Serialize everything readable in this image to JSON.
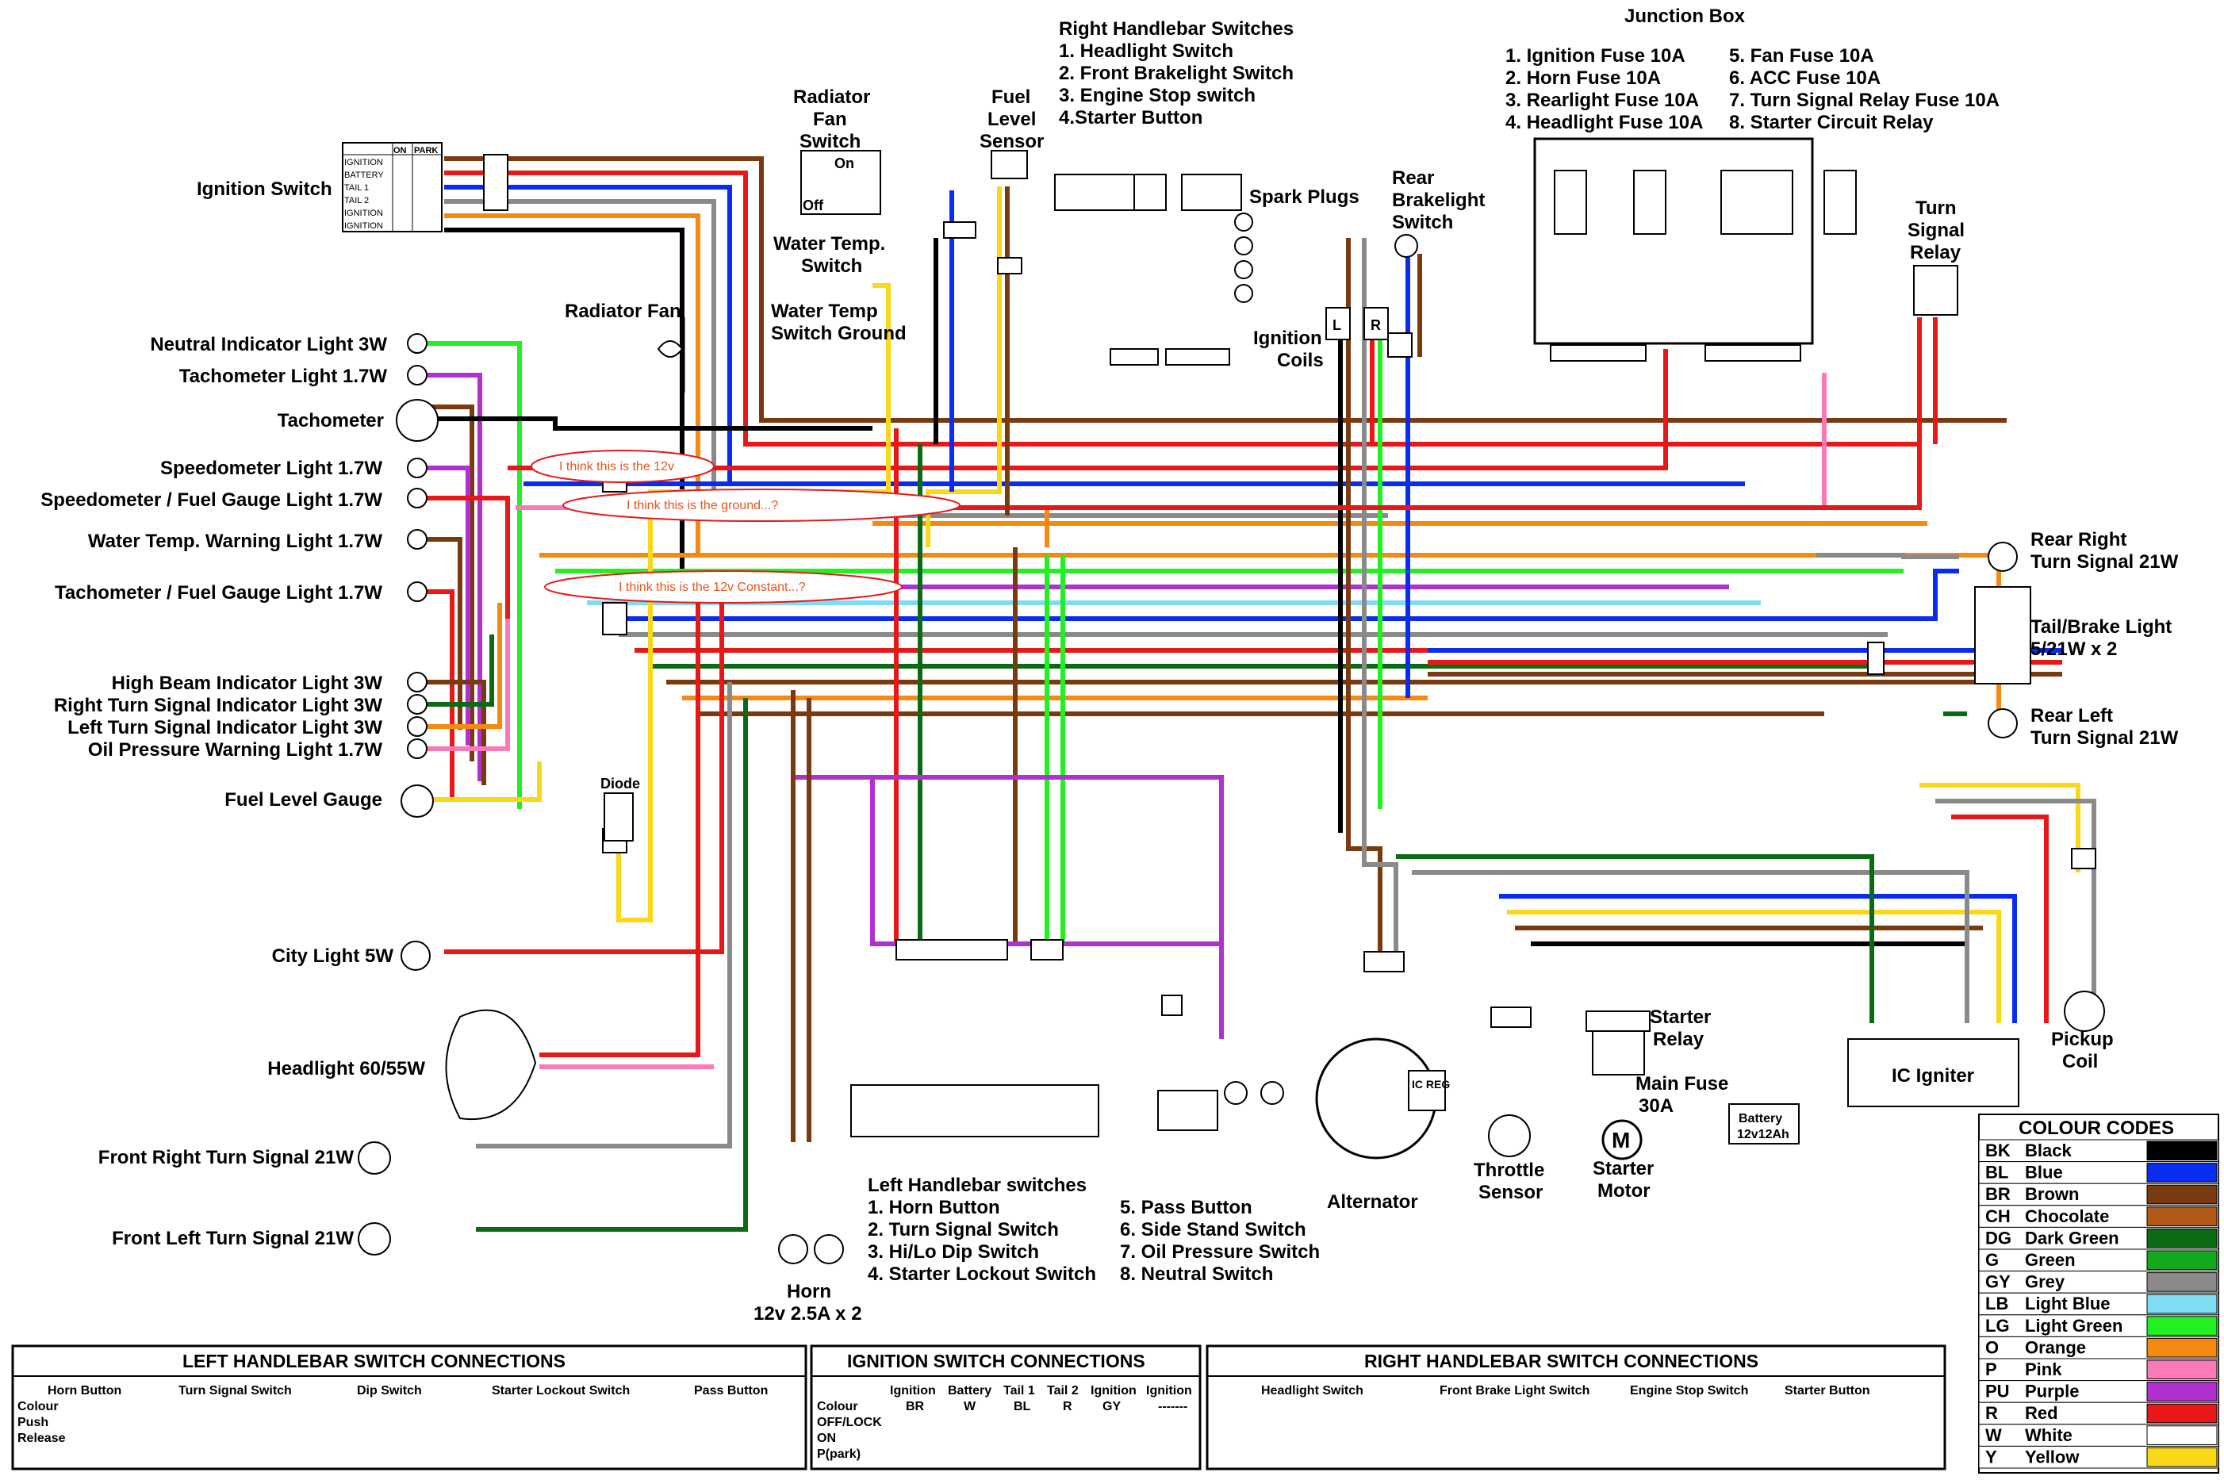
{
  "components": {
    "ignition_switch": "Ignition Switch",
    "radiator_fan_switch": "Radiator Fan Switch",
    "fan_switch_on": "On",
    "fan_switch_off": "Off",
    "fuel_level_sensor": "Fuel Level Sensor",
    "water_temp_switch": "Water Temp. Switch",
    "radiator_fan": "Radiator Fan",
    "water_temp_ground": "Water Temp Switch Ground",
    "spark_plugs": "Spark Plugs",
    "ignition_coils": "Ignition Coils",
    "rear_brakelight_switch": "Rear Brakelight Switch",
    "turn_signal_relay": "Turn Signal Relay",
    "diode": "Diode",
    "horn": "Horn",
    "horn_spec": "12v 2.5A x 2",
    "alternator": "Alternator",
    "ic_reg": "IC REG",
    "throttle_sensor": "Throttle Sensor",
    "starter_relay": "Starter Relay",
    "main_fuse": "Main Fuse 30A",
    "battery": "Battery 12v12Ah",
    "starter_motor": "Starter Motor",
    "ic_igniter": "IC Igniter",
    "pickup_coil": "Pickup Coil",
    "coil_l": "L",
    "coil_r": "R"
  },
  "ign_switch_rows": [
    "IGNITION",
    "BATTERY",
    "TAIL 1",
    "TAIL 2",
    "IGNITION",
    "IGNITION"
  ],
  "ign_switch_cols": [
    "ON",
    "PARK"
  ],
  "right_handlebar": {
    "title": "Right Handlebar Switches",
    "items": [
      "1. Headlight Switch",
      "2. Front Brakelight Switch",
      "3. Engine Stop switch",
      "4.Starter Button"
    ]
  },
  "junction_box": {
    "title": "Junction Box",
    "col1": [
      "1.  Ignition Fuse 10A",
      "2.  Horn Fuse 10A",
      "3.  Rearlight Fuse 10A",
      "4.  Headlight Fuse 10A"
    ],
    "col2": [
      "5.  Fan Fuse 10A",
      "6.  ACC Fuse 10A",
      "7.  Turn Signal Relay Fuse 10A",
      "8.  Starter Circuit Relay"
    ]
  },
  "left_lights": [
    "Neutral Indicator Light 3W",
    "Tachometer Light 1.7W",
    "Tachometer",
    "Speedometer Light 1.7W",
    "Speedometer / Fuel Gauge Light 1.7W",
    "Water Temp. Warning Light 1.7W",
    "Tachometer / Fuel Gauge Light 1.7W",
    "High Beam Indicator Light 3W",
    "Right Turn Signal Indicator Light 3W",
    "Left Turn Signal Indicator Light 3W",
    "Oil Pressure Warning Light 1.7W",
    "Fuel Level Gauge",
    "City Light 5W",
    "Headlight 60/55W",
    "Front Right Turn Signal 21W",
    "Front Left Turn Signal 21W"
  ],
  "rear_lights": [
    "Rear Right Turn Signal 21W",
    "Tail/Brake Light 5/21W x 2",
    "Rear Left Turn Signal 21W"
  ],
  "annotations": [
    "I think this is the 12v",
    "I think this is the ground...?",
    "I think this is the 12v Constant...?"
  ],
  "left_handlebar": {
    "title": "Left Handlebar switches",
    "col1": [
      "1.  Horn Button",
      "2.  Turn Signal Switch",
      "3.  Hi/Lo Dip Switch",
      "4.  Starter Lockout Switch"
    ],
    "col2": [
      "5.  Pass Button",
      "6.  Side Stand Switch",
      "7.  Oil Pressure Switch",
      "8.  Neutral Switch"
    ]
  },
  "colour_codes": {
    "title": "COLOUR CODES",
    "items": [
      {
        "code": "BK",
        "name": "Black",
        "color": "#000000"
      },
      {
        "code": "BL",
        "name": "Blue",
        "color": "#0a2bf0"
      },
      {
        "code": "BR",
        "name": "Brown",
        "color": "#7a3a10"
      },
      {
        "code": "CH",
        "name": "Chocolate",
        "color": "#b35a1a"
      },
      {
        "code": "DG",
        "name": "Dark Green",
        "color": "#0a6b14"
      },
      {
        "code": "G",
        "name": "Green",
        "color": "#14a81e"
      },
      {
        "code": "GY",
        "name": "Grey",
        "color": "#8a8a8a"
      },
      {
        "code": "LB",
        "name": "Light Blue",
        "color": "#7fdcf5"
      },
      {
        "code": "LG",
        "name": "Light Green",
        "color": "#22f022"
      },
      {
        "code": "O",
        "name": "Orange",
        "color": "#f58a12"
      },
      {
        "code": "P",
        "name": "Pink",
        "color": "#fa7ab8"
      },
      {
        "code": "PU",
        "name": "Purple",
        "color": "#b030d0"
      },
      {
        "code": "R",
        "name": "Red",
        "color": "#e81818"
      },
      {
        "code": "W",
        "name": "White",
        "color": "#ffffff"
      },
      {
        "code": "Y",
        "name": "Yellow",
        "color": "#f8d818"
      }
    ]
  },
  "tables": {
    "left_title": "LEFT HANDLEBAR SWITCH CONNECTIONS",
    "ign_title": "IGNITION SWITCH CONNECTIONS",
    "right_title": "RIGHT HANDLEBAR SWITCH CONNECTIONS",
    "left_groups": [
      "Horn Button",
      "Turn Signal Switch",
      "Dip Switch",
      "Starter Lockout Switch",
      "Pass Button"
    ],
    "left_rows": [
      "Colour",
      "Push",
      "Release"
    ],
    "ign_cols": [
      "Ignition",
      "Battery",
      "Tail 1",
      "Tail 2",
      "Ignition",
      "Ignition"
    ],
    "ign_codes": [
      "BR",
      "W",
      "BL",
      "R",
      "GY",
      "-------"
    ],
    "ign_rows": [
      "Colour",
      "OFF/LOCK",
      "ON",
      "P(park)"
    ],
    "right_groups": [
      "Headlight Switch",
      "Front Brake Light Switch",
      "Engine Stop Switch",
      "Starter Button"
    ]
  }
}
